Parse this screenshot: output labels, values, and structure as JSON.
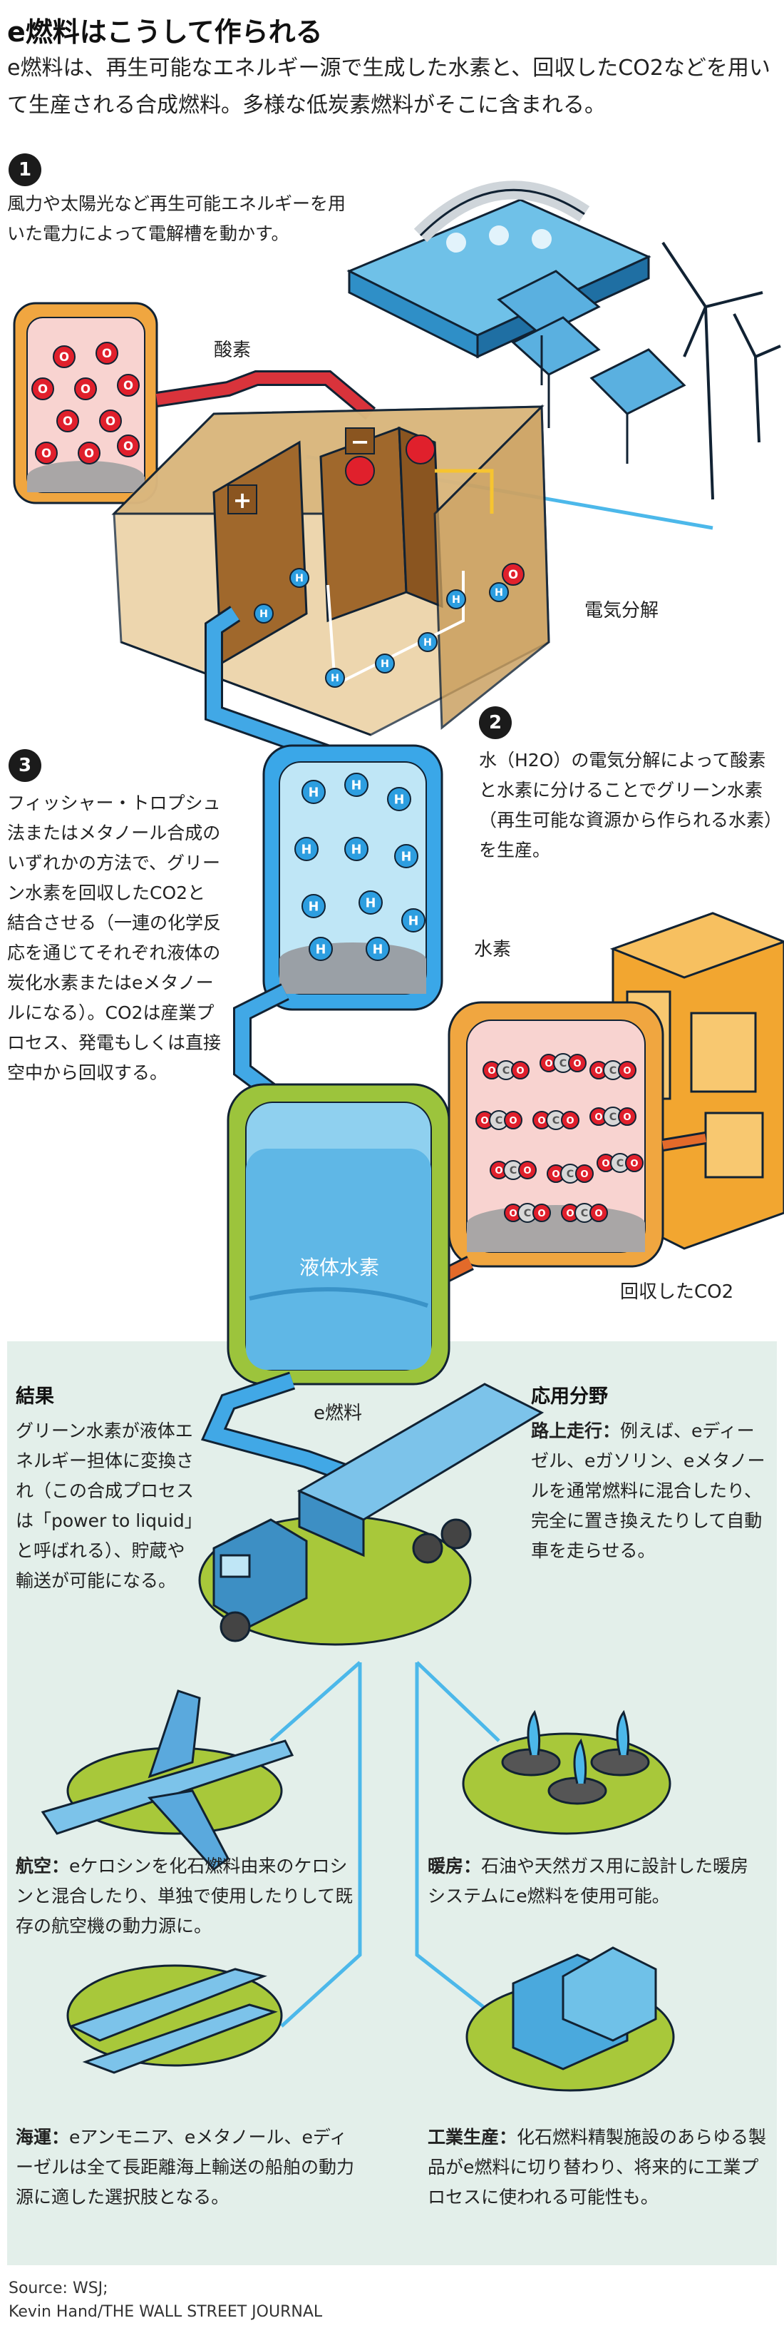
{
  "header": {
    "title": "e燃料はこうして作られる",
    "subtitle": "e燃料は、再生可能なエネルギー源で生成した水素と、回収したCO2などを用いて生産される合成燃料。多様な低炭素燃料がそこに含まれる。"
  },
  "steps": [
    {
      "number": "1",
      "text": "風力や太陽光など再生可能エネルギーを用いた電力によって電解槽を動かす。"
    },
    {
      "number": "2",
      "text": "水（H2O）の電気分解によって酸素と水素に分けることでグリーン水素（再生可能な資源から作られる水素）を生産。"
    },
    {
      "number": "3",
      "text": "フィッシャー・トロプシュ法またはメタノール合成のいずれかの方法で、グリーン水素を回収したCO2と結合させる（一連の化学反応を通じてそれぞれ液体の炭化水素またはeメタノールになる）。CO2は産業プロセス、発電もしくは直接空中から回収する。"
    }
  ],
  "labels": {
    "oxygen": "酸素",
    "electrolysis": "電気分解",
    "hydrogen": "水素",
    "liquid_hydrogen": "液体水素",
    "captured_co2": "回収したCO2",
    "efuel": "e燃料",
    "plus": "+",
    "minus": "−",
    "h": "H",
    "o": "O",
    "c": "C"
  },
  "result": {
    "title": "結果",
    "text": "グリーン水素が液体エネルギー担体に変換され（この合成プロセスは「power to liquid」と呼ばれる）、貯蔵や輸送が可能になる。"
  },
  "applications": {
    "title": "応用分野",
    "road": {
      "lead": "路上走行：",
      "text": "例えば、eディーゼル、eガソリン、eメタノールを通常燃料に混合したり、完全に置き換えたりして自動車を走らせる。"
    },
    "aviation": {
      "lead": "航空：",
      "text": "eケロシンを化石燃料由来のケロシンと混合したり、単独で使用したりして既存の航空機の動力源に。"
    },
    "heating": {
      "lead": "暖房：",
      "text": "石油や天然ガス用に設計した暖房システムにe燃料を使用可能。"
    },
    "shipping": {
      "lead": "海運：",
      "text": "eアンモニア、eメタノール、eディーゼルは全て長距離海上輸送の船舶の動力源に適した選択肢となる。"
    },
    "industry": {
      "lead": "工業生産：",
      "text": "化石燃料精製施設のあらゆる製品がe燃料に切り替わり、将来的に工業プロセスに使われる可能性も。"
    }
  },
  "source": {
    "line1": "Source: WSJ;",
    "line2": "Kevin Hand/THE WALL STREET JOURNAL"
  },
  "colors": {
    "tank_border_orange": "#f0a640",
    "tank_inner_pink": "#f8d3d0",
    "tank_blue": "#3aa7e8",
    "liquid_blue": "#5fb7e6",
    "tank_green": "#9cc43c",
    "pipe_blue": "#41a8e6",
    "pipe_red": "#d9333b",
    "electrolyzer_brown": "#c8a060",
    "panel_green": "#e3efea",
    "connector_blue": "#4cb8ea",
    "ground_green": "#a8c83a",
    "molecule_red": "#e0202c",
    "molecule_gray": "#9a9a9a",
    "hydrogen_blue": "#2d9ee0"
  }
}
